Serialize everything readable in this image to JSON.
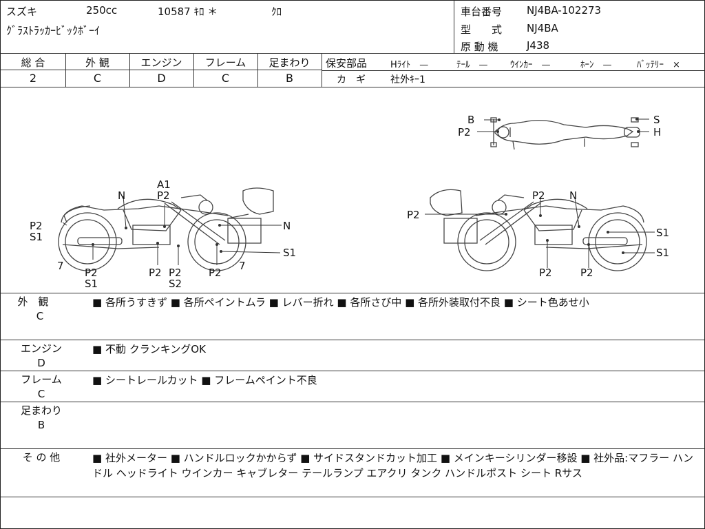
{
  "header": {
    "maker": "スズキ",
    "displacement": "250cc",
    "mileage": "10587 ｷﾛ ＊",
    "color": "ｸﾛ",
    "model_name": "ｸﾞﾗｽﾄﾗｯｶｰﾋﾞｯｸﾎﾞｰｲ",
    "frame_no_label": "車台番号",
    "frame_no": "NJ4BA-102273",
    "type_label": "型　　式",
    "type_value": "NJ4BA",
    "engine_label": "原 動 機",
    "engine_value": "J438"
  },
  "grades": [
    {
      "label": "総 合",
      "value": "2"
    },
    {
      "label": "外 観",
      "value": "C"
    },
    {
      "label": "エンジン",
      "value": "D"
    },
    {
      "label": "フレーム",
      "value": "C"
    },
    {
      "label": "足まわり",
      "value": "B"
    }
  ],
  "safety": {
    "label": "保安部品",
    "items": [
      "Hﾗｲﾄ　—",
      "ﾃｰﾙ　—",
      "ｳｲﾝｶｰ　—",
      "ﾎｰﾝ　—",
      "ﾊﾞｯﾃﾘｰ　×"
    ],
    "key_label": "カ　ギ",
    "key_value": "社外ｷｰ1"
  },
  "diagram": {
    "top_view": [
      "B",
      "P2",
      "S",
      "H"
    ],
    "left_view": [
      "A1",
      "P2",
      "N",
      "P2",
      "S1",
      "N",
      "S1",
      "7",
      "P2",
      "S1",
      "7",
      "P2",
      "P2",
      "S2",
      "P2"
    ],
    "right_view": [
      "P2",
      "N",
      "P2",
      "S1",
      "S1",
      "P2",
      "P2"
    ]
  },
  "remarks": [
    {
      "label": "外　観",
      "grade": "C",
      "text": "■ 各所うすきず ■ 各所ペイントムラ ■ レバー折れ ■ 各所さび中 ■ 各所外装取付不良 ■ シート色あせ小"
    },
    {
      "label": "エンジン",
      "grade": "D",
      "text": "■ 不動 クランキングOK"
    },
    {
      "label": "フレーム",
      "grade": "C",
      "text": "■ シートレールカット ■ フレームペイント不良"
    },
    {
      "label": "足まわり",
      "grade": "B",
      "text": ""
    },
    {
      "label": "そ の 他",
      "grade": "",
      "text": "■ 社外メーター ■ ハンドルロックかからず ■ サイドスタンドカット加工 ■ メインキーシリンダー移設 ■ 社外品:マフラー ハンドル ヘッドライト ウインカー キャブレター テールランプ エアクリ タンク ハンドルポスト シート Rサス"
    }
  ]
}
